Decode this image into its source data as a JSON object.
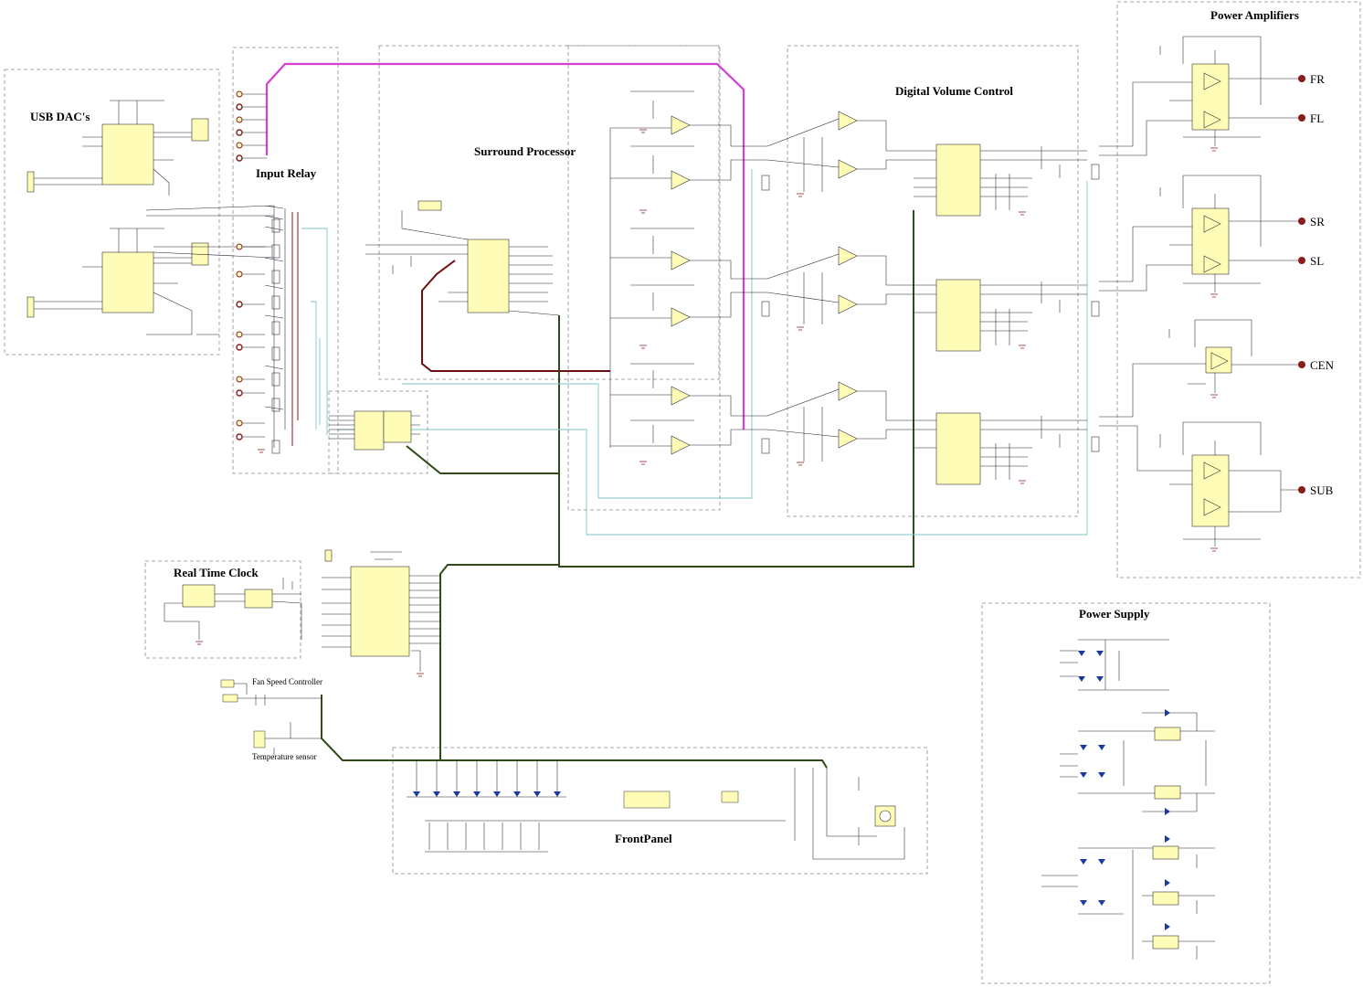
{
  "blocks": {
    "usb_dac": "USB DAC's",
    "input_relay": "Input Relay",
    "surround": "Surround Processor",
    "dvc": "Digital Volume Control",
    "power_amps": "Power Amplifiers",
    "rtc": "Real Time Clock",
    "fan": "Fan Speed Controller",
    "temp": "Temperature sensor",
    "front_panel": "FrontPanel",
    "power_supply": "Power Supply"
  },
  "outputs": [
    "FR",
    "FL",
    "SR",
    "SL",
    "CEN",
    "SUB"
  ],
  "colors": {
    "bus_magenta": "#d43fd4",
    "bus_darkred": "#6b1010",
    "bus_green": "#2f4a14",
    "bus_teal": "#7ec6c6",
    "chip_fill": "#fffcb8",
    "terminal": "#8b1a1a"
  }
}
